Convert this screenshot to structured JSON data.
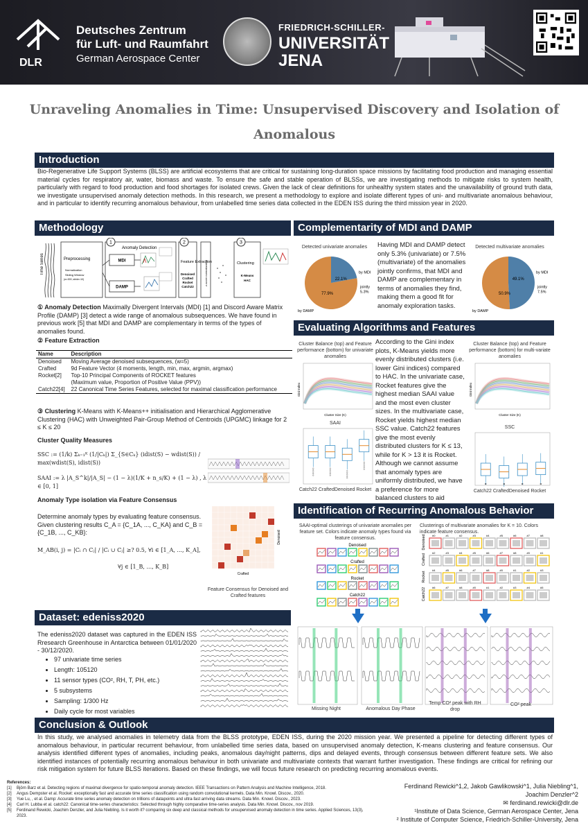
{
  "header": {
    "dlr_name_line1": "Deutsches Zentrum",
    "dlr_name_line2": "für Luft- und Raumfahrt",
    "dlr_sub": "German Aerospace Center",
    "dlr_abbr": "DLR",
    "jena_l1": "FRIEDRICH-SCHILLER-",
    "jena_l2": "UNIVERSITÄT",
    "jena_l3": "JENA"
  },
  "title_line1": "Unraveling Anomalies in Time: Unsupervised Discovery and Isolation of Anomalous",
  "title_line2": "Behavior in Bio-regenerative Life Support System Telemetry",
  "sections": {
    "intro": "Introduction",
    "methodology": "Methodology",
    "complementarity": "Complementarity of MDI and DAMP",
    "evaluating": "Evaluating Algorithms and Features",
    "identification": "Identification of Recurring Anomalous Behavior",
    "dataset": "Dataset: edeniss2020",
    "conclusion": "Conclusion & Outlook"
  },
  "intro_text": "Bio-Regenerative Life Support Systems (BLSS) are artificial ecosystems that are critical for sustaining long-duration space missions by facilitating food production and managing essential material cycles for respiratory air, water, biomass and waste. To ensure the safe and stable operation of BLSSs, we are investigating methods to mitigate risks to system health, particularly with regard to food production and food shortages for isolated crews. Given the lack of clear definitions for unhealthy system states and the unavailability of ground truth data, we investigate unsupervised anomaly detection methods. In this research, we present a methodology to explore and isolate different types of uni- and multivariate anomalous behaviour, and in particular to identify recurring anomalous behaviour, from unlabelled time series data collected in the EDEN ISS during the third mission year in 2020.",
  "pipeline": {
    "step1": "1",
    "step2": "2",
    "step3": "3",
    "anomaly_detection": "Anomaly Detection",
    "time_series": "Time Series",
    "preprocessing": "Preprocessing",
    "normalization": "Normalization",
    "sliding_window": "Sliding Window",
    "window_params": "(w=300, stride=10)",
    "mdi": "MDI",
    "damp": "DAMP",
    "feature_extraction": "Feature Extraction",
    "features_list": [
      "Denoised",
      "Crafted",
      "Rocket",
      "Catch22"
    ],
    "zscore": "z-score normalization",
    "clustering": "Clustering",
    "kmeans": "K-Means",
    "hac": "HAC"
  },
  "method": {
    "ad_title": "① Anomaly Detection",
    "ad_text": "Maximally Divergent Intervals (MDI) [1] and Discord Aware Matrix Profile (DAMP) [3] detect a wide range of anomalous subsequences. We have found in previous work [5] that MDI and DAMP are complementary in terms of the types of anomalies found.",
    "fe_title": "② Feature Extraction",
    "table_headers": [
      "Name",
      "Description"
    ],
    "table_rows": [
      [
        "Denoised",
        "Moving Average denoised subsequences, (w=5)"
      ],
      [
        "Crafted",
        "9d Feature Vector (4 moments, length, min, max, argmin, argmax)"
      ],
      [
        "Rocket[2]",
        "Top-10 Principal Components of ROCKET features"
      ],
      [
        "",
        "(Maximum value, Proportion of Positive Value (PPV))"
      ],
      [
        "Catch22[4]",
        "22 Canonical Time Series Features, selected for maximal classification performance"
      ]
    ],
    "cl_title": "③ Clustering",
    "cl_text": "K-Means with K-Means++ initialisation and Hierarchical Agglomerative Clustering (HAC) with Unweighted Pair-Group Method of Centroids (UPGMC) linkage for 2 ≤ K ≤ 20",
    "cqm_title": "Cluster Quality Measures",
    "ssc_formula": "SSC := (1/k) Σₖ₌₁ᴷ (1/|Cₖ|) Σ_{S∈Cₖ} (idist(S) − wdist(S)) / max(wdist(S), idist(S))",
    "saai_formula": "SAAI := λ |A_S^k|/|A_S| − (1 − λ)(1/K + n_s/K) + (1 − λ) , λ ∈ [0, 1]",
    "iso_title": "Anomaly Type isolation via Feature Consensus",
    "iso_text": "Determine anomaly types by evaluating feature consensus. Given clustering results C_A = {C_1A, ..., C_KA} and C_B = {C_1B, ..., C_KB}:",
    "iso_formula1": "M_AB(i, j) = |Cᵢ ∩ Cⱼ| / |Cᵢ ∪ Cⱼ| ≥? 0.5, ∀i ∈ [1_A, ..., K_A],",
    "iso_formula2": "∀j ∈ [1_B, ..., K_B]",
    "consensus_caption": "Feature Consensus for Denoised and Crafted features",
    "consensus_x": "Crafted",
    "consensus_y": "Denoised"
  },
  "complementarity": {
    "uni_title": "Detected univariate anomalies",
    "multi_title": "Detected multivariate anomalies",
    "uni": [
      {
        "label": "by DAMP",
        "value": 77.9
      },
      {
        "label": "by MDI",
        "value": 22.1
      },
      {
        "label": "jointly",
        "value": 5.3
      }
    ],
    "multi": [
      {
        "label": "by DAMP",
        "value": 50.9
      },
      {
        "label": "by MDI",
        "value": 49.1
      },
      {
        "label": "jointly",
        "value": 7.5
      }
    ],
    "uni_pct_labels": [
      "77.9%",
      "22.1%",
      "5.3%"
    ],
    "multi_pct_labels": [
      "50.9%",
      "49.1%",
      "7.5%"
    ],
    "text": "Having MDI and DAMP detect only 5.3% (univariate) or 7.5% (multivariate) of the anomalies jointly confirms, that MDI and DAMP are complementary in terms of anomalies they find, making them a good fit for anomaly exploration tasks."
  },
  "evaluating": {
    "left_caption": "Cluster Balance (top) and Feature performance (bottom) for univariate anomalies",
    "right_caption": "Cluster Balance (top) and Feature performance (bottom) for multi-variate anomalies",
    "gini_ylabel": "Gini Index",
    "gini_xlabel": "Cluster Size (K)",
    "saai_title": "SAAI",
    "ssc_title": "SSC",
    "box_categories": [
      "Catch22",
      "Crafted",
      "Denoised",
      "Rocket"
    ],
    "box_xlabel_left": "Catch22 CraftedDenoised Rocket",
    "box_xlabel_right": "Catch22 CraftedDenoised Rocket",
    "text": "According to the Gini index plots, K-Means yields more evenly distributed clusters (i.e. lower Gini indices) compared to HAC. In the univariate case, Rocket features give the highest median SAAI value and the most even cluster sizes. In the multivariate case, Rocket yields highest median SSC value. Catch22 features give the most evenly distributed clusters for K ≤ 13, while for K > 13 it is Rocket. Although we cannot assume that anomaly types are uniformly distributed, we have a preference for more balanced clusters to aid interpretation."
  },
  "identification": {
    "left_caption": "SAAI-optimal clusterings of univariate anomalies per feature set. Colors indicate anomaly types found via feature consensus.",
    "right_caption": "Clusterings of multivariate anomalies for K = 10. Colors indicate feature consensus.",
    "feature_labels": [
      "Denoised",
      "Crafted",
      "Rocket",
      "Catch22"
    ],
    "cluster_tags": [
      "#0",
      "#1",
      "#2",
      "#3",
      "#4",
      "#5",
      "#6",
      "#7",
      "#8"
    ],
    "plot_captions": [
      "Missing Night",
      "Anomalous Day Phase",
      "Temp CO² peak with RH drop",
      "CO² peak"
    ]
  },
  "dataset": {
    "text": "The edeniss2020 dataset was captured in the EDEN ISS Rresearch Greenhouse in Antarctica between 01/01/2020 - 30/12/2020.",
    "items": [
      "97 univariate time series",
      "Length: 105120",
      "11 sensor types (CO², RH, T, PH, etc.)",
      "5 subsystems",
      "Sampling: 1/300 Hz",
      "Daily cycle for most variables"
    ]
  },
  "conclusion": "In this study, we analysed anomalies in telemetry data from the BLSS prototype, EDEN ISS, during the 2020 mission year. We presented a pipeline for detecting different types of anomalous behaviour, in particular recurrent behaviour, from unlabelled time series data, based on unsupervised anomaly detection, K-means clustering and feature consensus. Our analysis identified different types of anomalies, including peaks, anomalous day/night patterns, dips and delayed events, through consensus between different feature sets. We also identified instances of potentially recurring anomalous behaviour in both univariate and multivariate contexts that warrant further investigation. These findings are critical for refining our risk mitigation system for future BLSS iterations. Based on these findings, we will focus future research on predicting recurring anomalous events.",
  "references_title": "References:",
  "references": [
    [
      "[1]",
      "Björn Barz et al. Detecting regions of maximal divergence for spatio-temporal anomaly detection. IEEE Transactions on Pattern Analysis and Machine Intelligence, 2018."
    ],
    [
      "[2]",
      "Angus Dempster et al. Rocket: exceptionally fast and accurate time series classification using random convolutional kernels. Data Min. Knowl. Discov., 2020."
    ],
    [
      "[3]",
      "Yue Lu, , et al. Damp: Accurate time series anomaly detection on trillions of datapoints and ultra-fast arriving data streams. Data Min. Knowl. Discov., 2023."
    ],
    [
      "[4]",
      "Carl H. Lubba et al. catch22: Canonical time-series characteristics: Selected through highly comparative time-series analysis. Data Min. Knowl. Discov., nov 2019."
    ],
    [
      "[5]",
      "Ferdinand Rewicki, Joachim Denzler, and Julia Niebling. Is it worth it? comparing six deep and classical methods for unsupervised anomaly detection in time series. Applied Sciences, 13(3), 2023."
    ]
  ],
  "authors": {
    "line1": "Ferdinand Rewicki^1,2, Jakob Gawlikowski^1, Julia Niebling^1,",
    "line2": "Joachim Denzler^2",
    "email": "ferdinand.rewicki@dlr.de",
    "aff1": "¹Institute of Data Science, German Aerospace Center, Jena",
    "aff2": "² Institute of Computer Science, Friedrich-Schiller-University, Jena"
  }
}
